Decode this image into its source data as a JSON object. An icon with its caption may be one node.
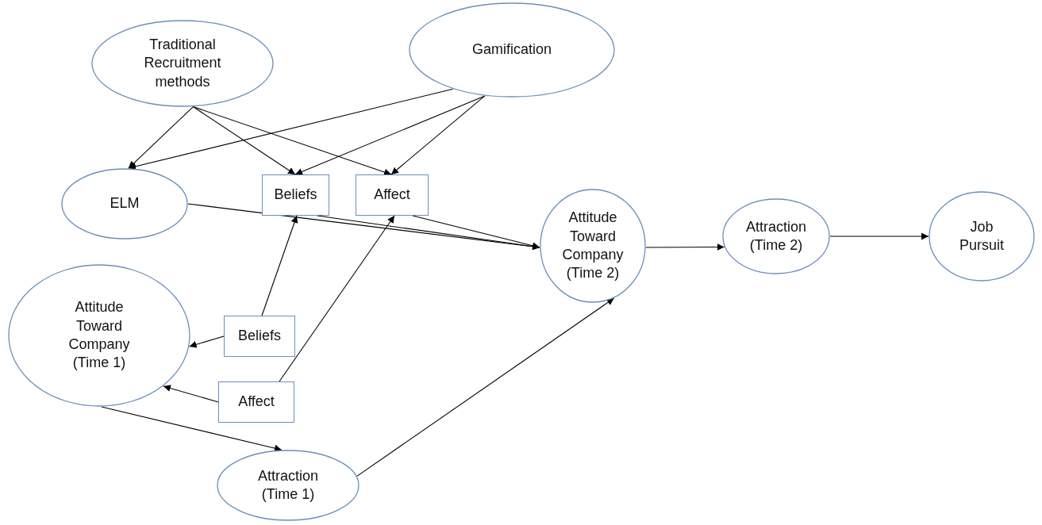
{
  "diagram": {
    "nodes": [
      {
        "text": [
          "Traditional Recruitment methods"
        ]
      },
      {
        "text": [
          "Gamification"
        ]
      },
      {
        "text": [
          "ELM"
        ]
      },
      {
        "text": [
          "Beliefs"
        ]
      },
      {
        "text": [
          "Affect"
        ]
      },
      {
        "text": [
          "Attitude Toward Company (Time 2)"
        ]
      },
      {
        "text": [
          "Attraction (Time 2)"
        ]
      },
      {
        "text": [
          "Job Pursuit"
        ]
      },
      {
        "text": [
          "Attitude Toward Company (Time 1)"
        ]
      },
      {
        "text": [
          "Beliefs"
        ]
      },
      {
        "text": [
          "Affect"
        ]
      },
      {
        "text": [
          "Attraction (Time 1)"
        ]
      }
    ],
    "edges": [
      {
        "from": 0,
        "to": 2,
        "arrow": "to"
      },
      {
        "from": 0,
        "to": 3,
        "arrow": "to"
      },
      {
        "from": 0,
        "to": 4,
        "arrow": "to"
      },
      {
        "from": 1,
        "to": 2,
        "arrow": "to"
      },
      {
        "from": 1,
        "to": 3,
        "arrow": "to"
      },
      {
        "from": 1,
        "to": 4,
        "arrow": "to"
      },
      {
        "from": 2,
        "to": 5,
        "arrow": "to"
      },
      {
        "from": 3,
        "to": 5,
        "arrow": "to"
      },
      {
        "from": 4,
        "to": 5,
        "arrow": "to"
      },
      {
        "from": 9,
        "to": 3,
        "arrow": "to"
      },
      {
        "from": 9,
        "to": 8,
        "arrow": "to"
      },
      {
        "from": 10,
        "to": 4,
        "arrow": "to"
      },
      {
        "from": 10,
        "to": 8,
        "arrow": "to"
      },
      {
        "from": 8,
        "to": 11,
        "arrow": "to"
      },
      {
        "from": 11,
        "to": 5,
        "arrow": "to"
      },
      {
        "from": 5,
        "to": 6,
        "arrow": "to"
      },
      {
        "from": 6,
        "to": 7,
        "arrow": "to"
      }
    ]
  }
}
